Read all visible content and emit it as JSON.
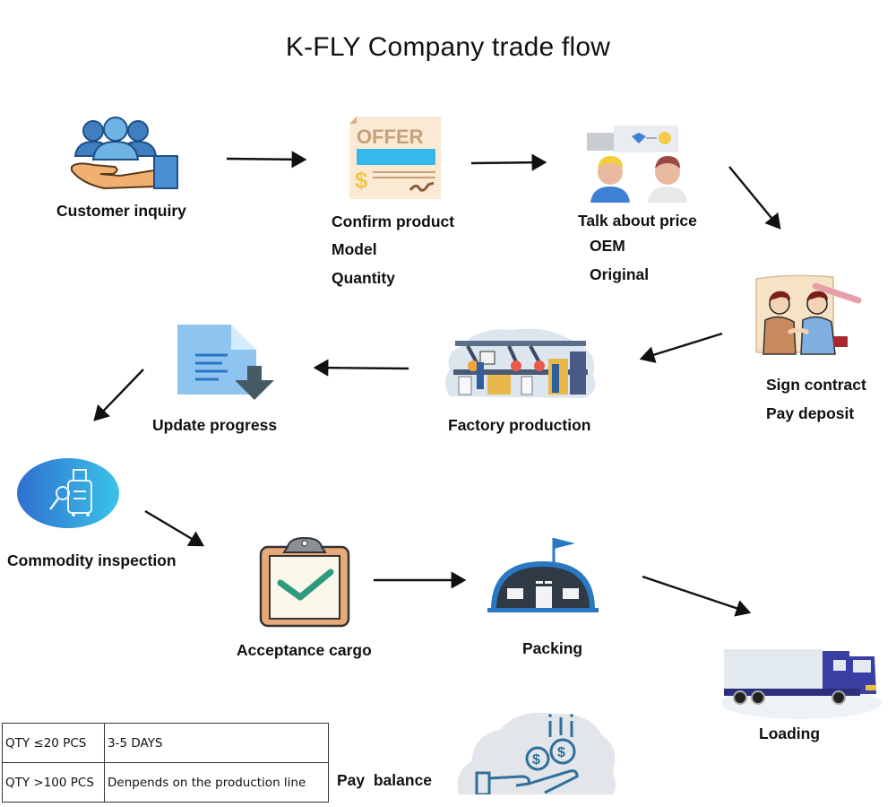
{
  "title": "K-FLY Company trade flow",
  "steps": {
    "customer_inquiry": {
      "label": "Customer inquiry",
      "icon": "customer-hand-icon"
    },
    "confirm_product": {
      "label": "Confirm product",
      "details": [
        "Model",
        "Quantity"
      ],
      "icon": "offer-document-icon",
      "icon_text": "OFFER",
      "icon_symbol": "$"
    },
    "talk_price": {
      "label": "Talk about price",
      "details": [
        "OEM",
        "Original"
      ],
      "icon": "negotiation-people-icon"
    },
    "sign_contract": {
      "label": "Sign contract",
      "details": [
        "Pay deposit"
      ],
      "icon": "handshake-contract-icon"
    },
    "factory_production": {
      "label": "Factory production",
      "icon": "factory-line-icon"
    },
    "update_progress": {
      "label": "Update progress",
      "icon": "document-download-icon"
    },
    "commodity_inspection": {
      "label": "Commodity inspection",
      "icon": "luggage-inspection-icon"
    },
    "acceptance_cargo": {
      "label": "Acceptance cargo",
      "icon": "clipboard-check-icon"
    },
    "packing": {
      "label": "Packing",
      "icon": "warehouse-icon"
    },
    "loading": {
      "label": "Loading",
      "icon": "truck-icon"
    },
    "pay_balance": {
      "label": "Pay  balance",
      "icon": "coins-hand-icon"
    }
  },
  "lead_time_table": {
    "rows": [
      {
        "qty": "QTY ≤20 PCS",
        "time": "3-5 DAYS"
      },
      {
        "qty": "QTY >100 PCS",
        "time": "Denpends on the production line"
      }
    ]
  },
  "colors": {
    "people_blue": "#3f7fbf",
    "skin": "#f0b070",
    "offer_bg": "#fbe9d4",
    "offer_bar": "#35b8ea",
    "doc_blue": "#8ec5f0",
    "arrow_dark": "#455a64",
    "inspection_blue": "#2f8fdb",
    "clipboard_orange": "#e8a978",
    "check_green": "#2e9a7d",
    "warehouse_dark": "#2f3a44",
    "warehouse_blue": "#2a78c4",
    "truck_blue": "#3a3fa3"
  }
}
